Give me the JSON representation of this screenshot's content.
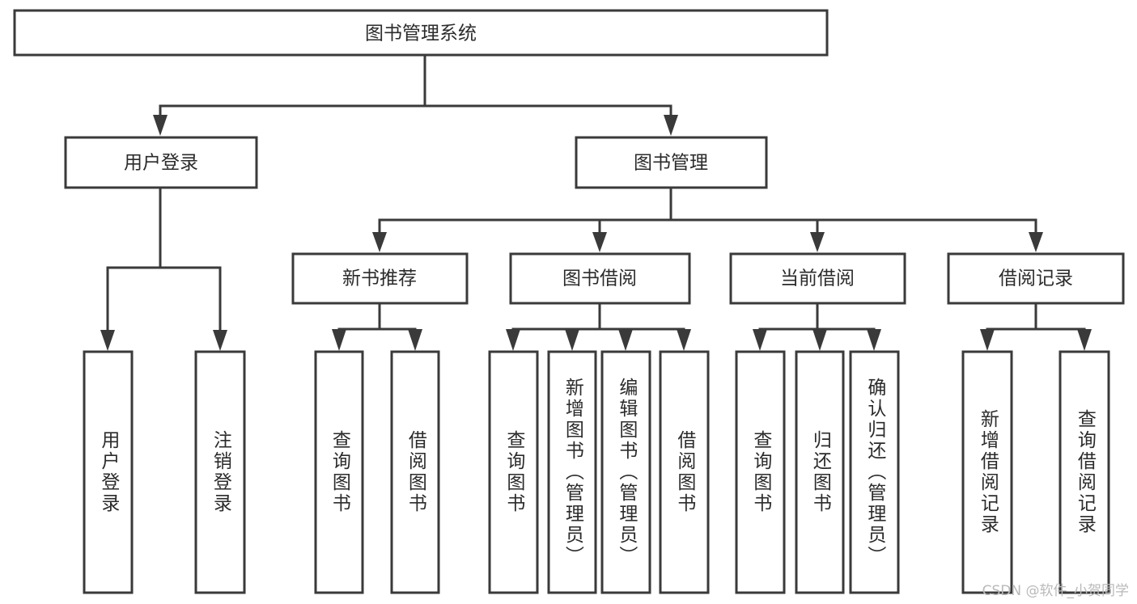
{
  "diagram": {
    "type": "tree",
    "title": "图书管理系统",
    "watermark": "CSDN @软件_小贺同学",
    "colors": {
      "stroke": "#3a3a3a",
      "box_fill": "#ffffff",
      "text": "#2b2b2b",
      "background": "#ffffff",
      "watermark": "#b9b9b9"
    },
    "root": {
      "label": "图书管理系统"
    },
    "level2": [
      {
        "label": "用户登录"
      },
      {
        "label": "图书管理"
      }
    ],
    "level3": [
      {
        "label": "新书推荐"
      },
      {
        "label": "图书借阅"
      },
      {
        "label": "当前借阅"
      },
      {
        "label": "借阅记录"
      }
    ],
    "leaves": {
      "user_login": [
        {
          "label": "用户登录"
        },
        {
          "label": "注销登录"
        }
      ],
      "new_book_recommend": [
        {
          "label": "查询图书"
        },
        {
          "label": "借阅图书"
        }
      ],
      "book_borrow": [
        {
          "label": "查询图书"
        },
        {
          "label": "新增图书（管理员）"
        },
        {
          "label": "编辑图书（管理员）"
        },
        {
          "label": "借阅图书"
        }
      ],
      "current_borrow": [
        {
          "label": "查询图书"
        },
        {
          "label": "归还图书"
        },
        {
          "label": "确认归还（管理员）"
        }
      ],
      "borrow_record": [
        {
          "label": "新增借阅记录"
        },
        {
          "label": "查询借阅记录"
        }
      ]
    }
  }
}
